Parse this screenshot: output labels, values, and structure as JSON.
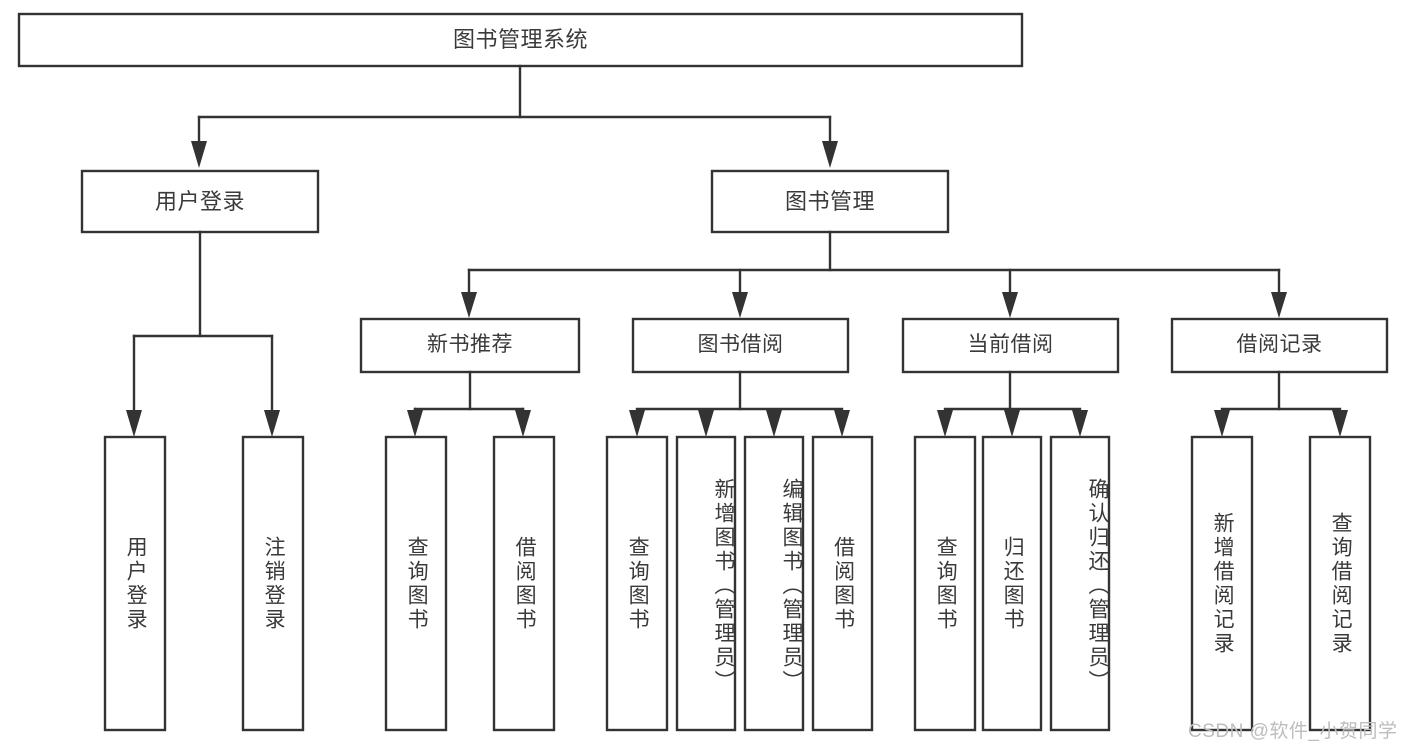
{
  "diagram": {
    "title": "图书管理系统",
    "type": "tree-hierarchy",
    "orientation": "top-down",
    "colors": {
      "box_fill": "#ffffff",
      "box_stroke": "#333333",
      "text": "#3a3a3a",
      "background": "#ffffff",
      "watermark": "#bdbdbd"
    },
    "root": {
      "label": "图书管理系统"
    },
    "level2": [
      {
        "label": "用户登录"
      },
      {
        "label": "图书管理"
      }
    ],
    "level3": [
      {
        "label": "新书推荐"
      },
      {
        "label": "图书借阅"
      },
      {
        "label": "当前借阅"
      },
      {
        "label": "借阅记录"
      }
    ],
    "leaves": {
      "user_login": [
        {
          "label": "用户登录"
        },
        {
          "label": "注销登录"
        }
      ],
      "new_book_recommend": [
        {
          "label": "查询图书"
        },
        {
          "label": "借阅图书"
        }
      ],
      "book_borrow": [
        {
          "label": "查询图书"
        },
        {
          "label": "新增图书（管理员）"
        },
        {
          "label": "编辑图书（管理员）"
        },
        {
          "label": "借阅图书"
        }
      ],
      "current_borrow": [
        {
          "label": "查询图书"
        },
        {
          "label": "归还图书"
        },
        {
          "label": "确认归还（管理员）"
        }
      ],
      "borrow_record": [
        {
          "label": "新增借阅记录"
        },
        {
          "label": "查询借阅记录"
        }
      ]
    },
    "watermark": "CSDN @软件_小贺同学"
  }
}
